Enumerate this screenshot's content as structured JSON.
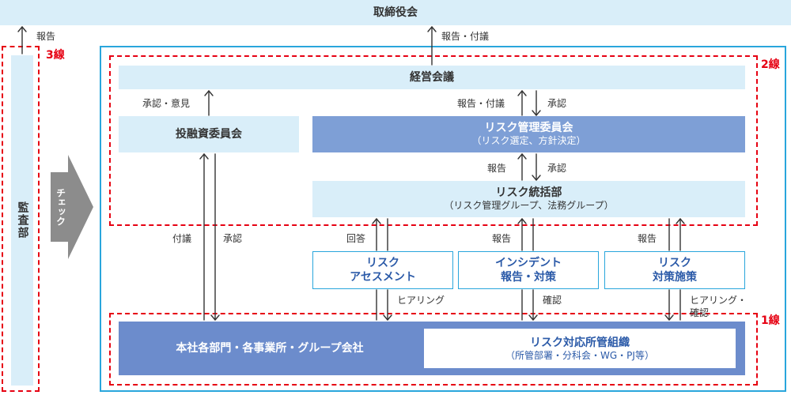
{
  "board": {
    "title": "取締役会"
  },
  "audit": {
    "title": "監査部",
    "line_label": "3線",
    "report_label": "報告"
  },
  "check_arrow": {
    "label": "チェック"
  },
  "line2": {
    "label": "2線"
  },
  "line1": {
    "label": "1線"
  },
  "management_committee": {
    "title": "経営会議"
  },
  "investment_committee": {
    "title": "投融資委員会"
  },
  "risk_committee": {
    "title": "リスク管理委員会",
    "subtitle": "（リスク選定、方針決定）"
  },
  "risk_unit": {
    "title": "リスク統括部",
    "subtitle": "（リスク管理グループ、法務グループ）"
  },
  "assessment": {
    "line1": "リスク",
    "line2": "アセスメント"
  },
  "incident": {
    "line1": "インシデント",
    "line2": "報告・対策"
  },
  "countermeasure": {
    "line1": "リスク",
    "line2": "対策施策"
  },
  "business": {
    "title": "本社各部門・各事業所・グループ会社"
  },
  "risk_org": {
    "title": "リスク対応所管組織",
    "subtitle": "（所管部署・分科会・WG・PJ等）"
  },
  "arrow_labels": {
    "report_and_submit_top": "報告・付議",
    "approval_opinion": "承認・意見",
    "report_and_submit_mid": "報告・付議",
    "approval_mid": "承認",
    "report_rc": "報告",
    "approval_rc": "承認",
    "submit_inv": "付議",
    "approval_inv": "承認",
    "answer": "回答",
    "report_incident": "報告",
    "report_counter": "報告",
    "hearing": "ヒアリング",
    "confirm": "確認",
    "hearing_confirm_1": "ヒアリング・",
    "hearing_confirm_2": "確認"
  },
  "colors": {
    "light_blue": "#d9eef9",
    "mid_blue": "#7e9fd6",
    "dark_blue": "#6c8ccc",
    "frame_blue": "#29a6dc",
    "red": "#e60012",
    "gray": "#8c8c8c",
    "text_blue": "#2b5aa8"
  }
}
